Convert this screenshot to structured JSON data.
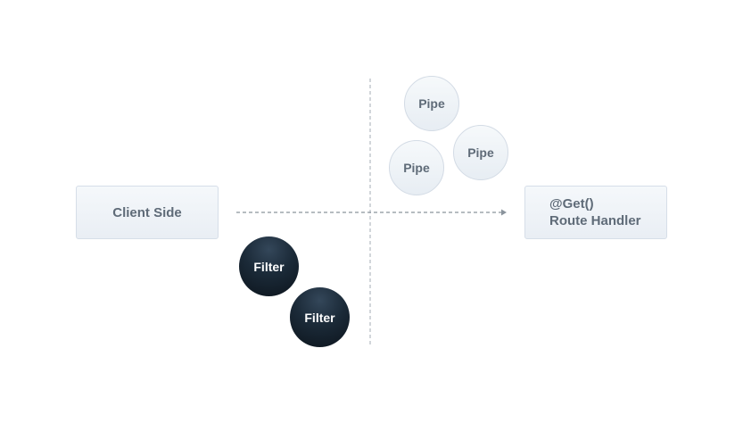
{
  "client_box": {
    "label": "Client Side"
  },
  "route_handler": {
    "decorator": "@Get()",
    "label": "Route Handler"
  },
  "pipes": [
    {
      "label": "Pipe"
    },
    {
      "label": "Pipe"
    },
    {
      "label": "Pipe"
    }
  ],
  "filters": [
    {
      "label": "Filter"
    },
    {
      "label": "Filter"
    }
  ],
  "colors": {
    "box_text": "#5f6b78",
    "box_border": "#d6dee8",
    "filter_fill": "#1b2a38",
    "connector": "#8a939c"
  }
}
